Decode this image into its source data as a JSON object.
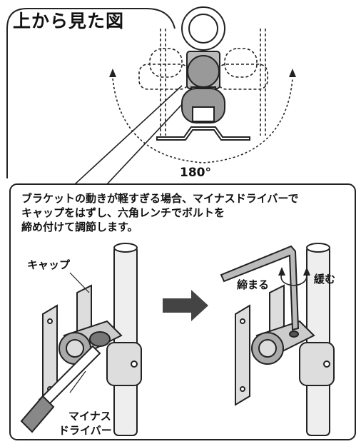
{
  "top_view": {
    "title": "上から見た図",
    "angle_label": "180°"
  },
  "instructions": {
    "line1": "ブラケットの動きが軽すぎる場合、マイナスドライバーで",
    "line2": "キャップをはずし、六角レンチでボルトを",
    "line3": "締め付けて調節します。"
  },
  "left_figure": {
    "cap_label": "キャップ",
    "driver_label_line1": "マイナス",
    "driver_label_line2": "ドライバー"
  },
  "right_figure": {
    "tighten_label": "締まる",
    "loosen_label": "緩む"
  }
}
